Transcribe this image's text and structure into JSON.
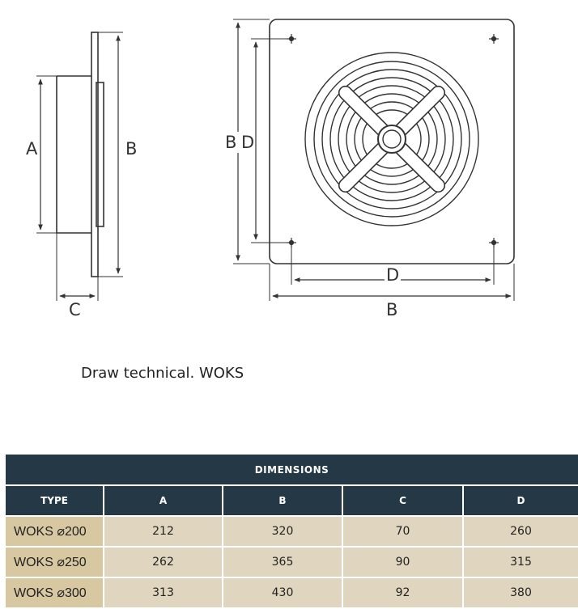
{
  "drawing": {
    "side_view": {
      "label_a": "A",
      "label_b": "B",
      "label_c": "C"
    },
    "front_view": {
      "label_b_vertical": "B",
      "label_d_vertical": "D",
      "label_d_horizontal": "D",
      "label_b_horizontal": "B"
    }
  },
  "caption": "Draw technical. WOKS",
  "table": {
    "title": "DIMENSIONS",
    "headers": [
      "TYPE",
      "A",
      "B",
      "C",
      "D"
    ],
    "rows": [
      [
        "WOKS ⌀200",
        "212",
        "320",
        "70",
        "260"
      ],
      [
        "WOKS ⌀250",
        "262",
        "365",
        "90",
        "315"
      ],
      [
        "WOKS ⌀300",
        "313",
        "430",
        "92",
        "380"
      ]
    ]
  }
}
